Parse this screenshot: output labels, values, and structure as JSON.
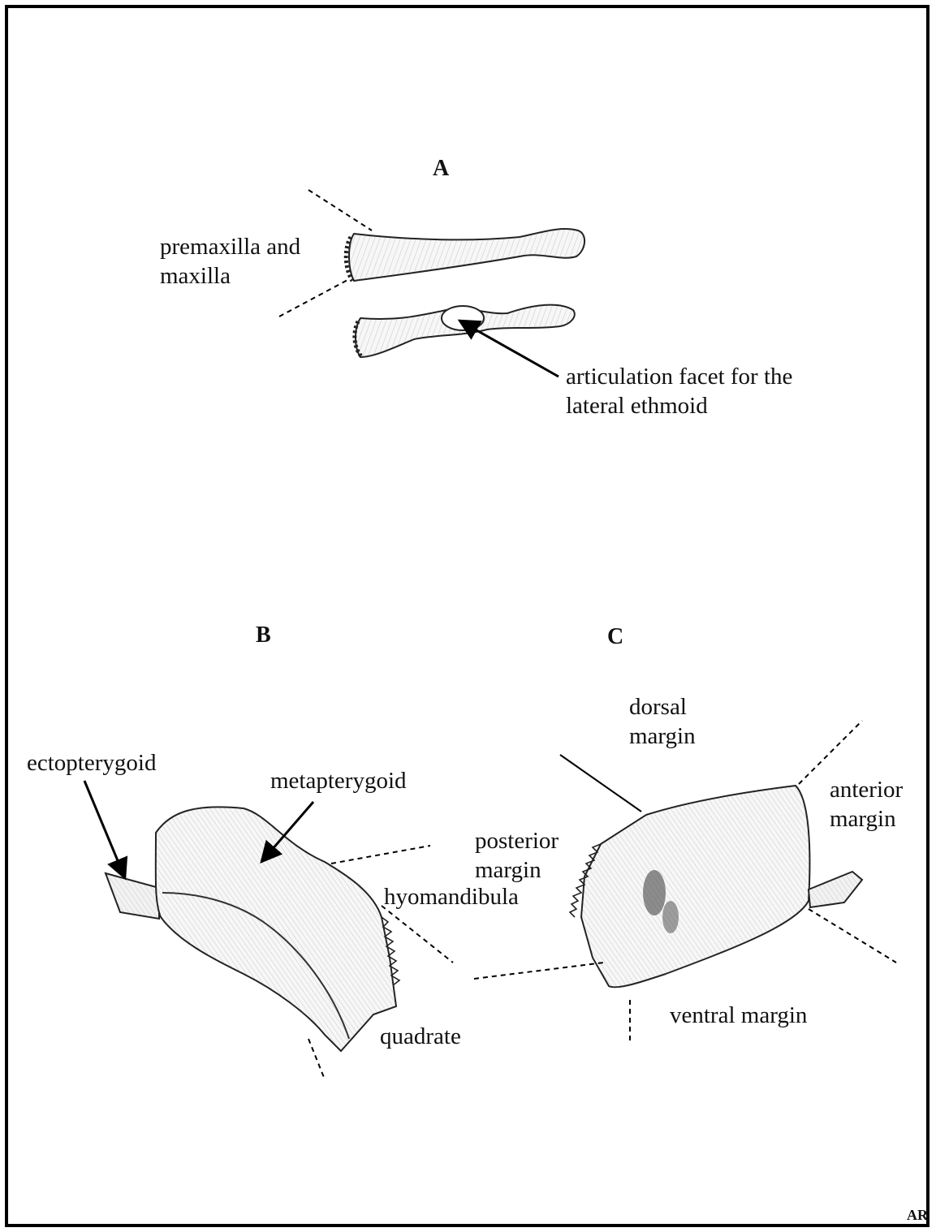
{
  "panels": {
    "a": "A",
    "b": "B",
    "c": "C"
  },
  "labels": {
    "premaxilla": "premaxilla and\nmaxilla",
    "articulation": "articulation facet for the\nlateral ethmoid",
    "ectopterygoid": "ectopterygoid",
    "metapterygoid": "metapterygoid",
    "hyomandibula": "hyomandibula",
    "quadrate": "quadrate",
    "posterior_margin": "posterior\nmargin",
    "dorsal_margin": "dorsal\nmargin",
    "anterior_margin": "anterior\nmargin",
    "ventral_margin": "ventral margin"
  },
  "signature": "AR"
}
